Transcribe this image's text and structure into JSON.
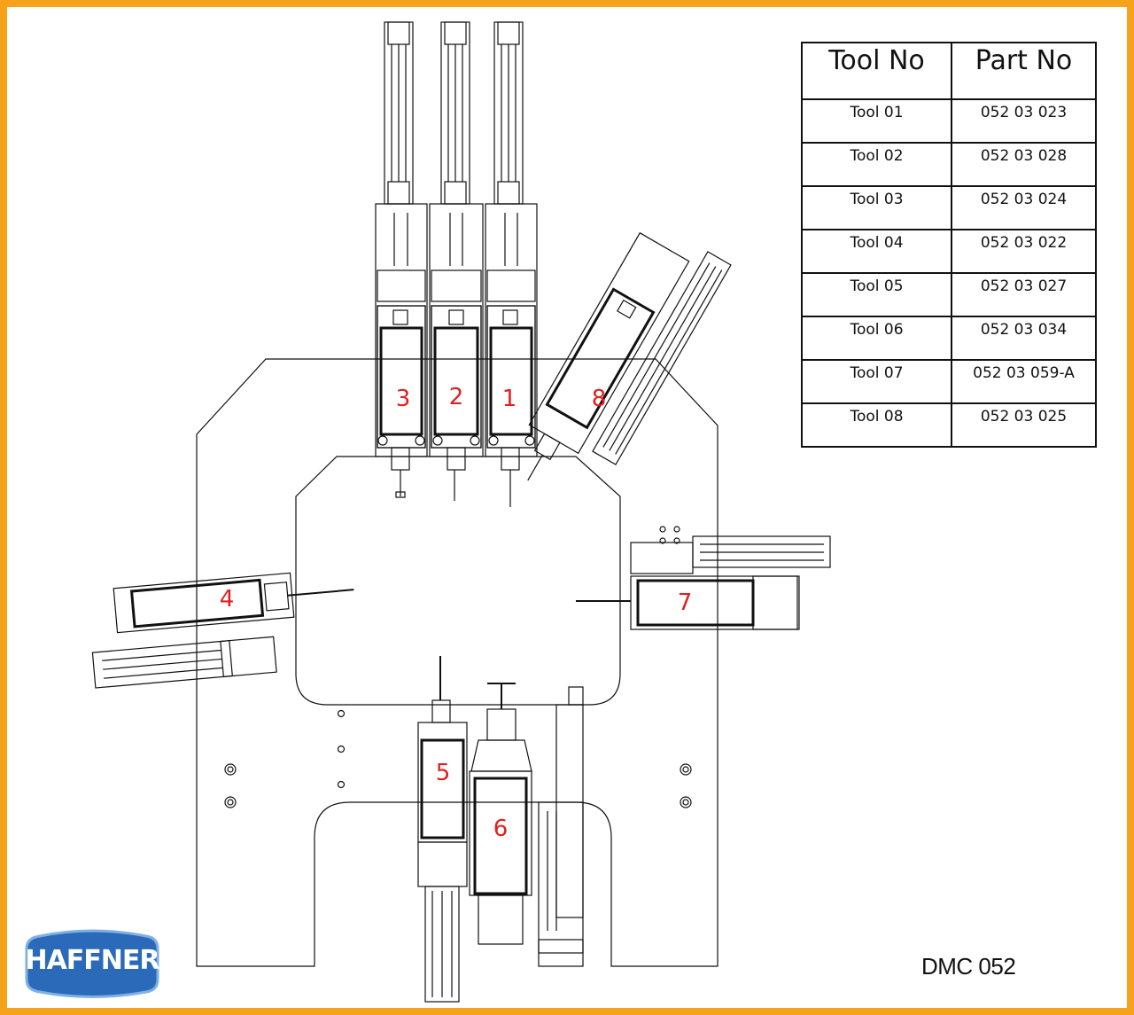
{
  "table": {
    "headers": [
      "Tool No",
      "Part No"
    ],
    "rows": [
      [
        "Tool 01",
        "052 03 023"
      ],
      [
        "Tool 02",
        "052 03 028"
      ],
      [
        "Tool 03",
        "052 03 024"
      ],
      [
        "Tool 04",
        "052 03 022"
      ],
      [
        "Tool 05",
        "052 03 027"
      ],
      [
        "Tool 06",
        "052 03 034"
      ],
      [
        "Tool 07",
        "052 03 059-A"
      ],
      [
        "Tool 08",
        "052 03 025"
      ]
    ]
  },
  "model_label": "DMC 052",
  "logo": {
    "text": "HAFFNER",
    "color": "#2a6ab8"
  },
  "tool_numbers": [
    "1",
    "2",
    "3",
    "4",
    "5",
    "6",
    "7",
    "8"
  ],
  "colors": {
    "border": "#f7a21b",
    "tool_number": "#e02020",
    "line": "#111111"
  }
}
